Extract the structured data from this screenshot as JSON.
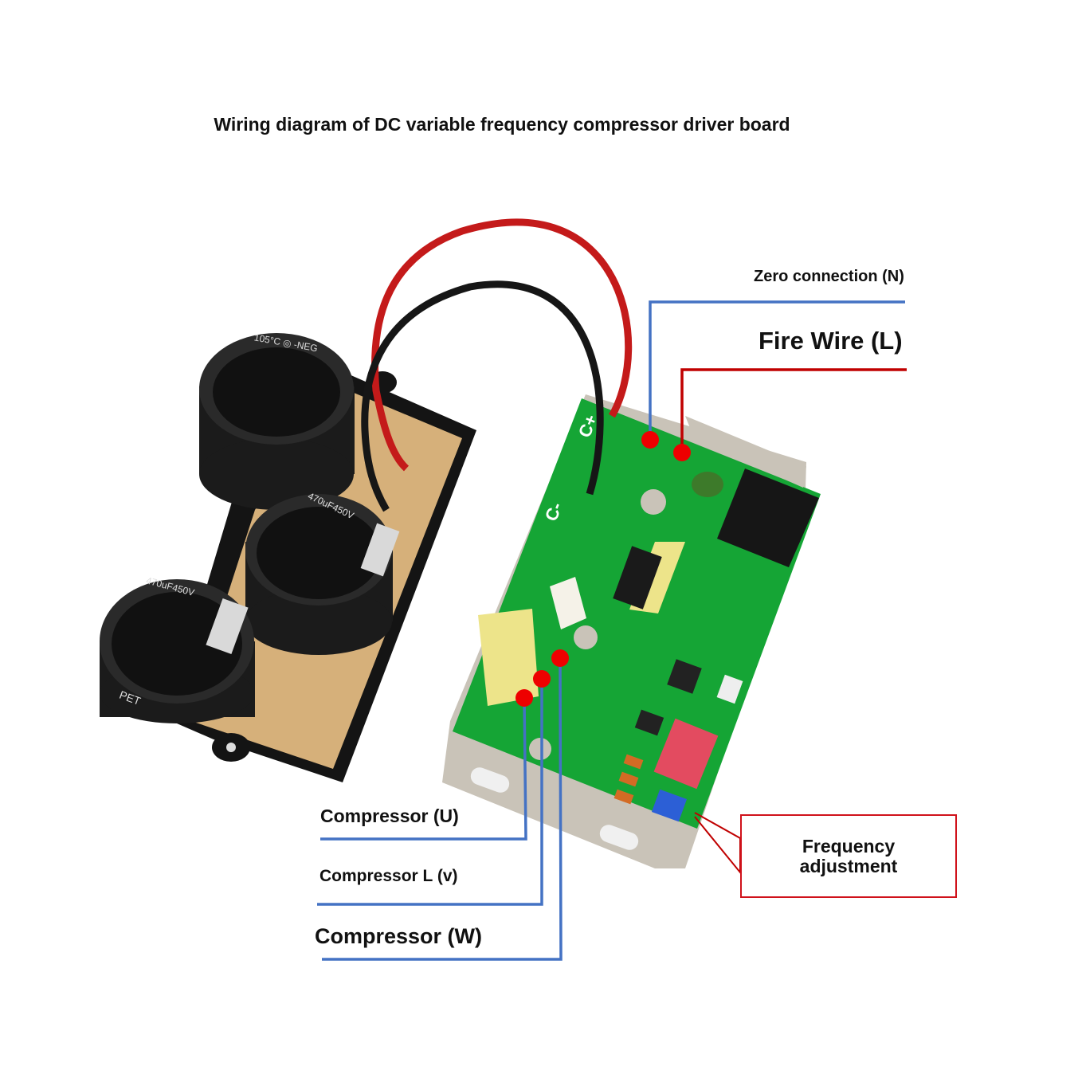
{
  "title": "Wiring diagram of DC variable frequency compressor driver board",
  "labels": {
    "neutral": "Zero connection (N)",
    "live": "Fire Wire (L)",
    "compressor_u": "Compressor (U)",
    "compressor_v": "Compressor L (v)",
    "compressor_w": "Compressor (W)",
    "frequency_adjustment": "Frequency adjustment"
  },
  "colors": {
    "leader_blue": "#4472c4",
    "leader_red": "#c00000",
    "marker_red": "#ee0000",
    "pcb_green": "#15a535",
    "capacitor_black": "#1b1b1b",
    "heatsink_silver": "#c9c3b8"
  },
  "pcb_markings": {
    "terminal_pos": "C+",
    "terminal_neg": "C-"
  },
  "capacitor_markings": {
    "top": "105°C ◎ -NEG",
    "rating": "470uF450V",
    "bottom": "PET"
  }
}
